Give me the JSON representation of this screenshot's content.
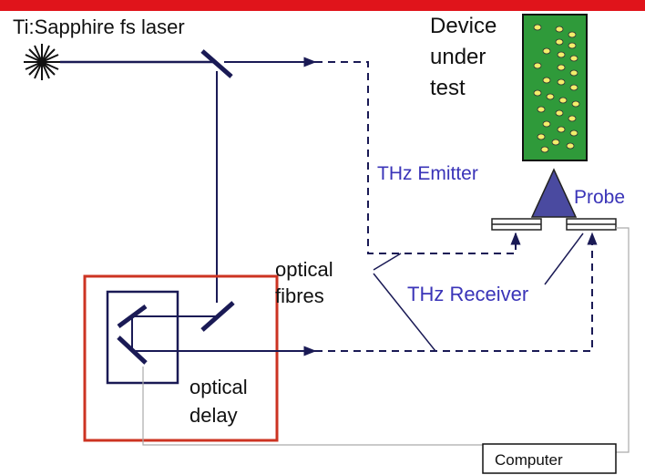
{
  "colors": {
    "top_bar": "#e0141b",
    "delay_box": "#cc3322",
    "beam": "#1a1a55",
    "label_blue": "#3a34b8",
    "device_green": "#2f9a3a",
    "device_dots": "#f2ee6a",
    "probe": "#4a4aa0",
    "thin_wire": "#aaaaaa"
  },
  "labels": {
    "laser": "Ti:Sapphire fs laser",
    "device_line1": "Device",
    "device_line2": "under",
    "device_line3": "test",
    "emitter": "THz Emitter",
    "probe": "Probe",
    "fibres_line1": "optical",
    "fibres_line2": "fibres",
    "receiver": "THz Receiver",
    "delay_line1": "optical",
    "delay_line2": "delay",
    "computer": "Computer"
  },
  "icons": [
    "laser-source-icon",
    "mirror-icon",
    "arrowhead-icon",
    "probe-triangle-icon"
  ]
}
